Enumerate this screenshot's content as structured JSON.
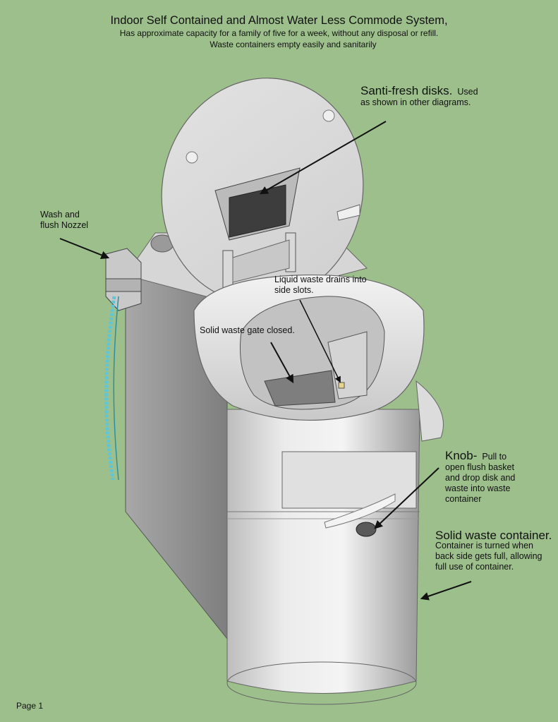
{
  "header": {
    "title": "Indoor Self Contained and Almost Water Less Commode System,",
    "line1": "Has approximate capacity for a family of five for a week, without any disposal or refill.",
    "line2": "Waste containers empty easily and sanitarily"
  },
  "callouts": {
    "disks": {
      "head": "Santi-fresh disks.",
      "tail": "Used",
      "line2": "as shown in other diagrams."
    },
    "nozzle": {
      "line1": "Wash and",
      "line2": "flush Nozzel"
    },
    "liquid": {
      "line1": "Liquid waste drains into",
      "line2": "side slots."
    },
    "gate": {
      "text": "Solid waste gate closed."
    },
    "knob": {
      "head": "Knob-",
      "tail": "Pull to",
      "line2": "open flush basket",
      "line3": "and drop disk and",
      "line4": "waste into waste",
      "line5": "container"
    },
    "container": {
      "head": "Solid waste container.",
      "line2": "Container is turned when",
      "line3": "back side gets  full, allowing",
      "line4": "full use of container."
    }
  },
  "footer": {
    "page": "Page 1"
  },
  "colors": {
    "background": "#9dbf8c",
    "body": "#e6e6e6",
    "shadow": "#8e8e8e",
    "hose": "#5fc6d8"
  }
}
